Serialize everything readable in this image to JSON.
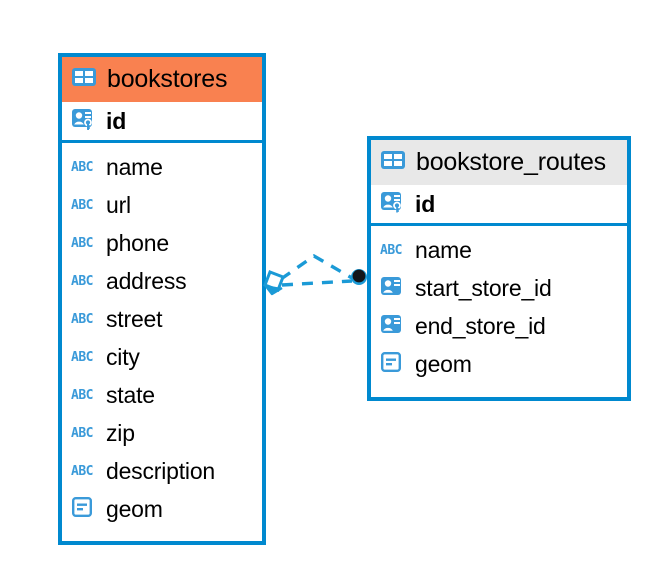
{
  "diagram": {
    "type": "entity-relationship-diagram",
    "colors": {
      "border": "#0089cf",
      "header_accent": "#f98150",
      "header_plain": "#e8e8e8",
      "icon_blue": "#3a9ad9",
      "connector": "#1b9ad6",
      "text": "#000000",
      "background": "#ffffff"
    },
    "entities": [
      {
        "id": "bookstores",
        "title": "bookstores",
        "header_style": "accent",
        "table_icon": "table-grid-icon",
        "primary_keys": [
          {
            "name": "id",
            "icon": "primary-key-icon",
            "type": "key"
          }
        ],
        "fields": [
          {
            "name": "name",
            "icon": "abc-text-icon",
            "type": "text",
            "icon_label": "ABC"
          },
          {
            "name": "url",
            "icon": "abc-text-icon",
            "type": "text",
            "icon_label": "ABC"
          },
          {
            "name": "phone",
            "icon": "abc-text-icon",
            "type": "text",
            "icon_label": "ABC"
          },
          {
            "name": "address",
            "icon": "abc-text-icon",
            "type": "text",
            "icon_label": "ABC"
          },
          {
            "name": "street",
            "icon": "abc-text-icon",
            "type": "text",
            "icon_label": "ABC"
          },
          {
            "name": "city",
            "icon": "abc-text-icon",
            "type": "text",
            "icon_label": "ABC"
          },
          {
            "name": "state",
            "icon": "abc-text-icon",
            "type": "text",
            "icon_label": "ABC"
          },
          {
            "name": "zip",
            "icon": "abc-text-icon",
            "type": "text",
            "icon_label": "ABC"
          },
          {
            "name": "description",
            "icon": "abc-text-icon",
            "type": "text",
            "icon_label": "ABC"
          },
          {
            "name": "geom",
            "icon": "geometry-icon",
            "type": "geometry"
          }
        ]
      },
      {
        "id": "bookstore_routes",
        "title": "bookstore_routes",
        "header_style": "plain",
        "table_icon": "table-grid-icon",
        "primary_keys": [
          {
            "name": "id",
            "icon": "primary-key-icon",
            "type": "key"
          }
        ],
        "fields": [
          {
            "name": "name",
            "icon": "abc-text-icon",
            "type": "text",
            "icon_label": "ABC"
          },
          {
            "name": "start_store_id",
            "icon": "foreign-key-icon",
            "type": "reference"
          },
          {
            "name": "end_store_id",
            "icon": "foreign-key-icon",
            "type": "reference"
          },
          {
            "name": "geom",
            "icon": "geometry-icon",
            "type": "geometry"
          }
        ]
      }
    ],
    "relationships": [
      {
        "id": "rel-bookstores-routes",
        "from": "bookstores",
        "to": "bookstore_routes",
        "style": "dashed",
        "source_endpoint": "diamond",
        "target_endpoint": "filled-circle"
      }
    ]
  }
}
